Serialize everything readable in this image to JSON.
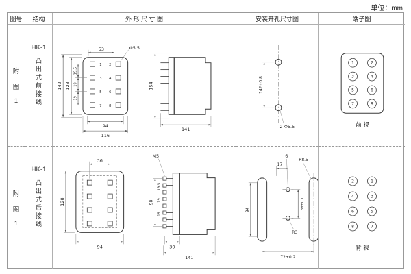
{
  "unit_label": "单位：mm",
  "headers": {
    "fig": "图号",
    "structure": "结构",
    "outline": "外 形 尺 寸 图",
    "mounting": "安装开孔尺寸图",
    "terminal": "端子图"
  },
  "rows": [
    {
      "fig": {
        "l1": "附",
        "l2": "图",
        "l3": "1"
      },
      "structure": {
        "model": "HK-1",
        "desc": "凸出式前接线"
      },
      "outline": {
        "top_width": "53",
        "hole": "Φ5.5",
        "height_outer": "142",
        "height_inner": "128",
        "pitch1": "19.5",
        "pitch2": "19",
        "pitch3": "19",
        "bottom_inner": "94",
        "bottom_outer": "116",
        "side_height": "154",
        "side_width": "141",
        "pins": [
          "1",
          "2",
          "3",
          "4",
          "5",
          "6",
          "7",
          "8"
        ]
      },
      "mounting": {
        "v_dim": "142±0.8",
        "hole_label": "2-Φ5.5"
      },
      "terminal": {
        "left": [
          "1",
          "3",
          "5",
          "7"
        ],
        "right": [
          "2",
          "4",
          "6",
          "8"
        ],
        "view": "前 视"
      }
    },
    {
      "fig": {
        "l1": "附",
        "l2": "图",
        "l3": "1"
      },
      "structure": {
        "model": "HK-1",
        "desc": "凸出式后接线"
      },
      "outline": {
        "top_width": "36",
        "height": "128",
        "bottom": "94",
        "screw": "M5",
        "pin_field": "98",
        "pitch1": "19.5",
        "pitch2": "19",
        "pitch3": "19",
        "front_depth": "30",
        "side_width": "141"
      },
      "mounting": {
        "slot_offset": "17",
        "hole_dia": "6",
        "slot_radius": "R8.5",
        "v_dim": "94",
        "center_dim": "38±0.1",
        "small_radius": "R3",
        "h_dim": "72±0.2"
      },
      "terminal": {
        "left": [
          "2",
          "4",
          "6",
          "8"
        ],
        "right": [
          "1",
          "3",
          "5",
          "7"
        ],
        "view": "背 视"
      }
    }
  ]
}
